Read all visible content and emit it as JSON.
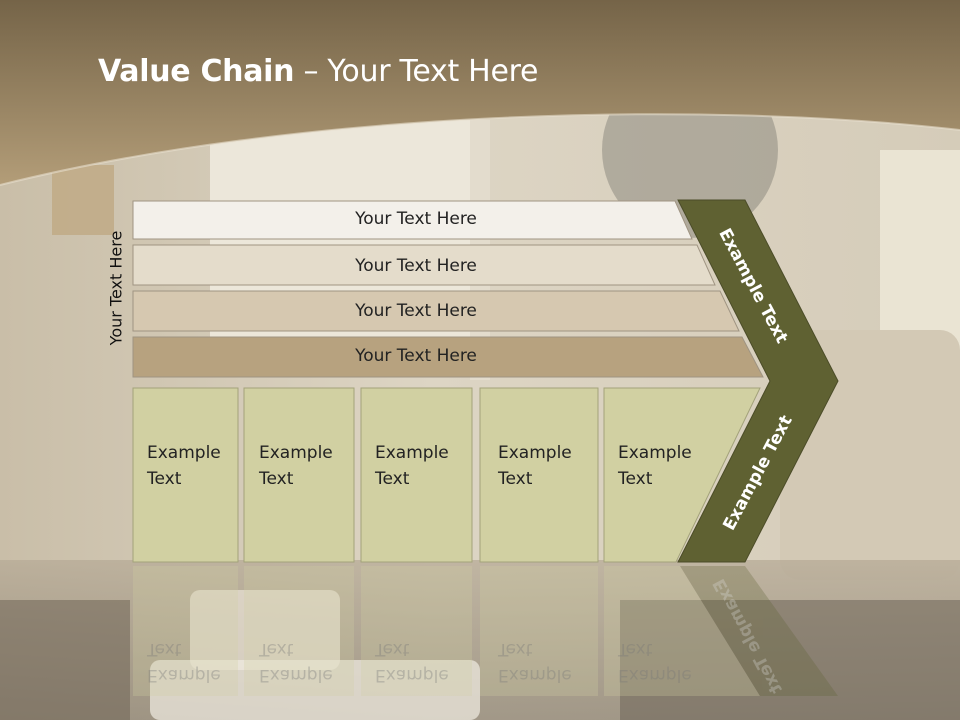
{
  "slide": {
    "title_bold": "Value Chain",
    "title_rest": " – Your Text Here",
    "vertical_label": "Your Text Here",
    "bands": [
      "Your Text Here",
      "Your Text Here",
      "Your Text Here",
      "Your Text Here"
    ],
    "cards": [
      {
        "line1": "Example",
        "line2": "Text"
      },
      {
        "line1": "Example",
        "line2": "Text"
      },
      {
        "line1": "Example",
        "line2": "Text"
      },
      {
        "line1": "Example",
        "line2": "Text"
      },
      {
        "line1": "Example",
        "line2": "Text"
      }
    ],
    "chevron_upper": "Example Text",
    "chevron_lower": "Example Text",
    "colors": {
      "header": "#9b8565",
      "band1": "#f3f0ea",
      "band2": "#e4dccb",
      "band3": "#d6c8b0",
      "band4": "#b7a27f",
      "card": "#d1d0a2",
      "chevron": "#5f6132",
      "text": "#222222"
    }
  }
}
